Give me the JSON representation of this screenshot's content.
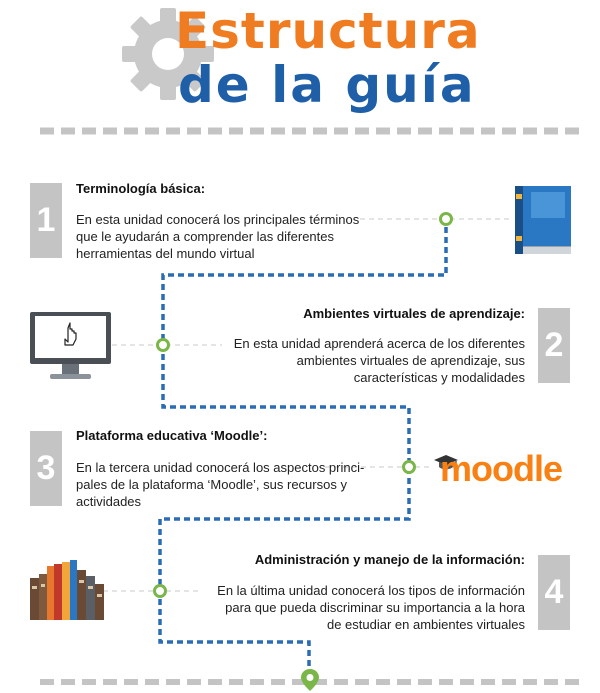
{
  "header": {
    "title_line1": "Estructura",
    "title_line2": "de la guía"
  },
  "units": [
    {
      "number": "1",
      "title": "Terminología básica:",
      "lines": [
        "En esta unidad conocerá los principales términos",
        "que le ayudarán a comprender las diferentes",
        "herramientas del mundo virtual"
      ],
      "icon": "book-icon"
    },
    {
      "number": "2",
      "title": "Ambientes virtuales de aprendizaje:",
      "lines": [
        "En esta unidad aprenderá acerca de los diferentes",
        "ambientes virtuales de aprendizaje, sus",
        "características y modalidades"
      ],
      "icon": "monitor-icon"
    },
    {
      "number": "3",
      "title": "Plataforma educativa ‘Moodle’:",
      "lines": [
        "En la tercera unidad conocerá los aspectos princi-",
        "pales de la plataforma ‘Moodle’, sus recursos y",
        "actividades"
      ],
      "icon": "moodle-logo",
      "logo_text": "moodle"
    },
    {
      "number": "4",
      "title": "Administración y manejo de la información:",
      "lines": [
        "En la última unidad conocerá los tipos de información",
        "para que pueda discriminar su importancia a la hora",
        "de estudiar en ambientes virtuales"
      ],
      "icon": "books-icon"
    }
  ],
  "colors": {
    "orange": "#f07c22",
    "blue": "#1e5fa8",
    "path": "#2a6db5",
    "node": "#7ab648",
    "gray_box": "#c4c4c4"
  }
}
